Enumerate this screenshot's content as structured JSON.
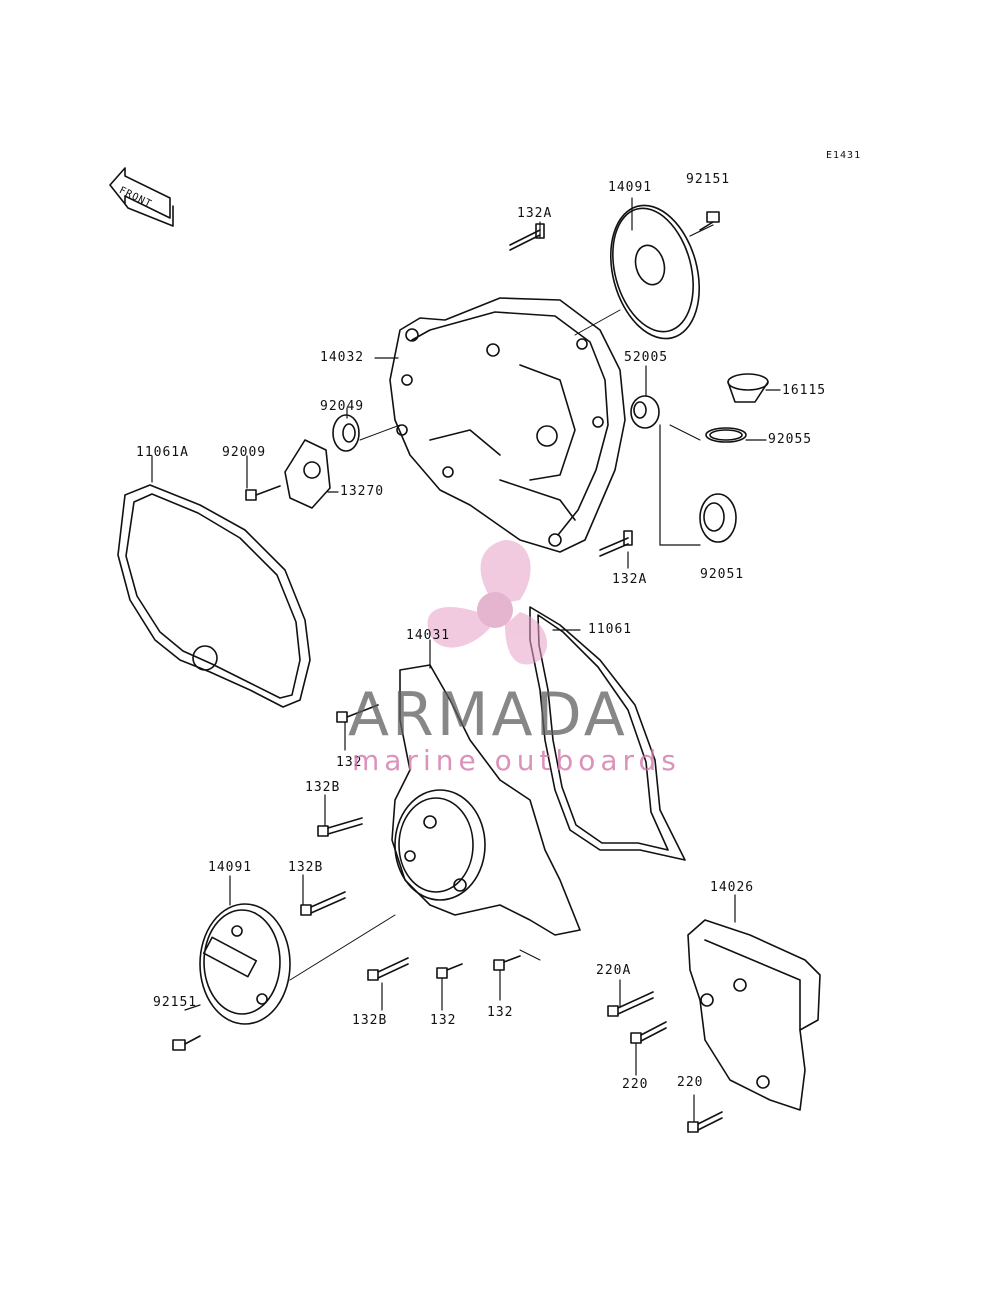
{
  "diagram_id": "E1431",
  "front_label": "FRONT",
  "watermark": {
    "title": "ARMADA",
    "subtitle": "marine outboards",
    "accent": "#e8a0c8",
    "text_color": "#5f5f5f"
  },
  "part_labels": {
    "p14091_top": "14091",
    "p92151_top": "92151",
    "p132a_top": "132A",
    "p14032": "14032",
    "p52005": "52005",
    "p16115": "16115",
    "p92049": "92049",
    "p92055": "92055",
    "p11061a": "11061A",
    "p92009": "92009",
    "p13270": "13270",
    "p132a_mid": "132A",
    "p92051": "92051",
    "p14031": "14031",
    "p11061": "11061",
    "p132_left": "132",
    "p132b_1": "132B",
    "p132b_2": "132B",
    "p14091_bottom": "14091",
    "p14026": "14026",
    "p92151_bottom": "92151",
    "p220a": "220A",
    "p132b_3": "132B",
    "p132_mid": "132",
    "p132_right": "132",
    "p220_1": "220",
    "p220_2": "220"
  }
}
